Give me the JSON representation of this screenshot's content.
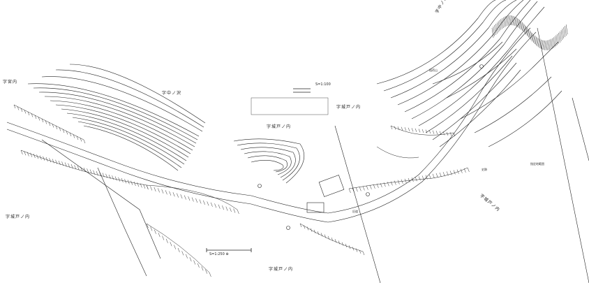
{
  "map": {
    "place_names": [
      {
        "id": "miyauchi",
        "text": "字宮内"
      },
      {
        "id": "nakanosawa",
        "text": "字中ノ沢"
      },
      {
        "id": "jododo-uchi-center",
        "text": "字城戸ノ内"
      },
      {
        "id": "jododo-uchi-right",
        "text": "字城戸ノ内"
      },
      {
        "id": "nakanosawa-top",
        "text": "字中ノ沢"
      },
      {
        "id": "jododo-uchi-left",
        "text": "字城戸ノ内"
      },
      {
        "id": "jododo-uchi-bottom",
        "text": "字城戸ノ内"
      },
      {
        "id": "jododo-uchi-far-right",
        "text": "字城戸ノ内"
      }
    ],
    "annotations": [
      {
        "id": "ridge-label",
        "text": "稲荷山"
      },
      {
        "id": "koun",
        "text": "史跡"
      },
      {
        "id": "site-boundary",
        "text": "指定地範囲"
      },
      {
        "id": "road-label",
        "text": "旧道"
      }
    ],
    "scale_text": "S=1:100",
    "scale_bar_text": "S=1:250 ⊕"
  }
}
